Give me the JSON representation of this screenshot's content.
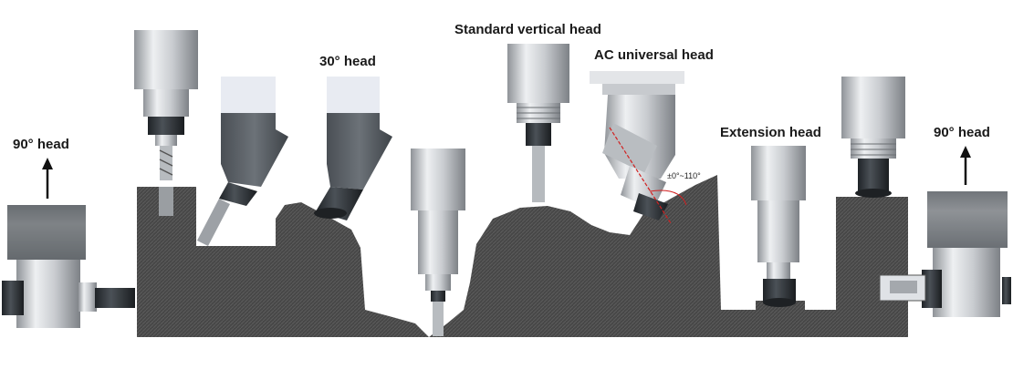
{
  "labels": {
    "head_90_left": "90° head",
    "head_30": "30° head",
    "standard_vertical": "Standard vertical head",
    "ac_universal": "AC universal head",
    "extension": "Extension head",
    "head_90_right": "90° head",
    "angle_range": "±0°~110°"
  },
  "colors": {
    "workpiece": "#4a4a4a",
    "spindle_light": "#d8d8d8",
    "spindle_dark": "#2e3338",
    "head_body": "#555b61",
    "angle_line": "#d22020"
  }
}
